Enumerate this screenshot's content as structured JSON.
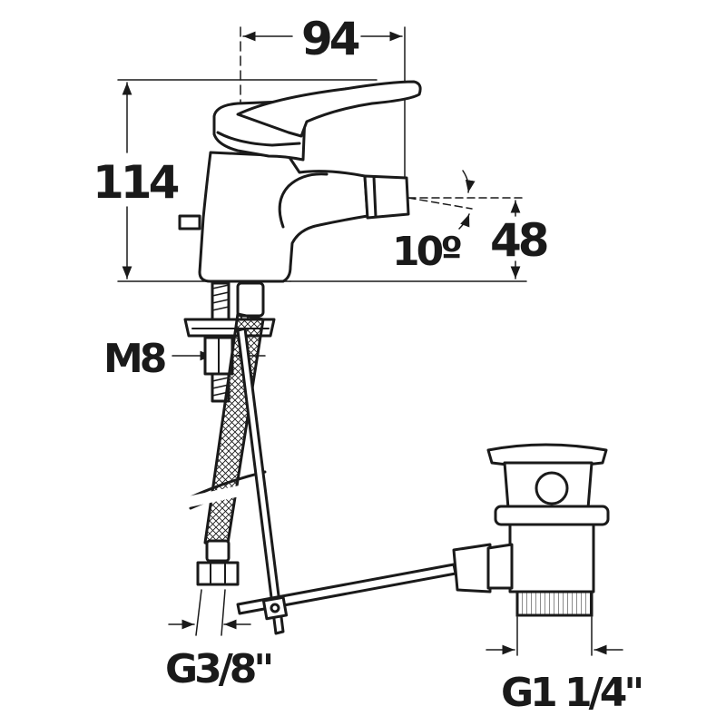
{
  "diagram": {
    "dimensions": {
      "width": "94",
      "height": "114",
      "spout_height": "48",
      "spout_angle": "10º",
      "thread_stud": "M8",
      "inlet_thread": "G3/8\"",
      "waste_thread": "G1 1/4\""
    },
    "line_color": "#1a1a1a",
    "background": "#ffffff"
  }
}
